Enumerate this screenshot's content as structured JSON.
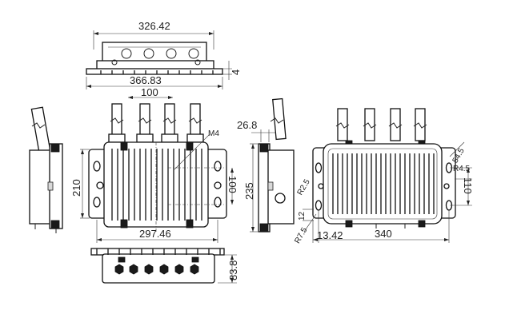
{
  "dimensions": {
    "top_width": "326.42",
    "top_height": "4",
    "top_total": "366.83",
    "front_spacing": "100",
    "front_height": "210",
    "front_width": "297.46",
    "front_hole": "100",
    "side_offset": "26.8",
    "side_height": "235",
    "bottom_height": "83.8",
    "right_corner_r": "R4.5",
    "right_small": "12",
    "right_hole_r": "R2.5",
    "right_slot": "R7.5",
    "right_offset": "13.42",
    "right_width": "340",
    "right_hole_spacing": "110",
    "right_mount": "54.5"
  },
  "colors": {
    "line": "#222222",
    "fill_dark": "#1a1a1a",
    "background": "#ffffff"
  }
}
